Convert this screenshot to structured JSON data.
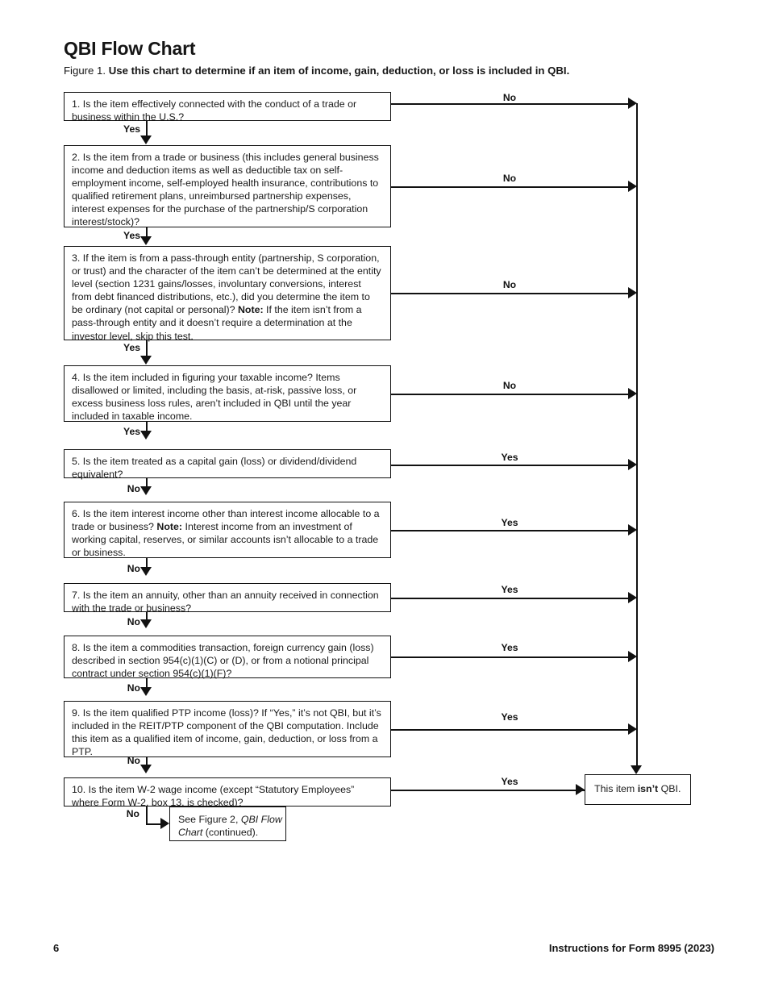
{
  "header": {
    "title": "QBI Flow Chart",
    "figure_label": "Figure 1.",
    "figure_caption": "Use this chart to determine if an item of income, gain, deduction, or loss is included in QBI."
  },
  "footer": {
    "page_number": "6",
    "form_title": "Instructions for Form 8995 (2023)"
  },
  "chart_data": {
    "type": "flowchart",
    "title": "QBI Flow Chart",
    "orientation": "vertical-with-right-exit-bus",
    "nodes": [
      {
        "id": "q1",
        "kind": "decision",
        "number": "1.",
        "text": "1. Is the item effectively connected with the conduct of a trade or business within the U.S.?",
        "down_branch": "Yes",
        "right_branch": "No"
      },
      {
        "id": "q2",
        "kind": "decision",
        "number": "2.",
        "text": "2. Is the item from a trade or business (this includes general business income and deduction items as well as deductible tax on self-employment income, self-employed health insurance, contributions to qualified retirement plans, unreimbursed partnership expenses, interest expenses for the purchase of the partnership/S corporation interest/stock)?",
        "down_branch": "Yes",
        "right_branch": "No"
      },
      {
        "id": "q3",
        "kind": "decision",
        "number": "3.",
        "text": "3. If the item is from a pass-through entity (partnership, S corporation, or trust) and the character of the item can’t be determined at the entity level (section 1231 gains/losses, involuntary conversions, interest from debt financed distributions, etc.), did you determine the item to be ordinary (not capital or personal)? Note: If the item isn’t from a pass-through entity and it doesn’t require a determination at the investor level, skip this test.",
        "down_branch": "Yes",
        "right_branch": "No"
      },
      {
        "id": "q4",
        "kind": "decision",
        "number": "4.",
        "text": "4. Is the item included in figuring your taxable income? Items disallowed or limited, including the basis, at-risk, passive loss, or excess business loss rules, aren’t included in QBI until the year included in taxable income.",
        "down_branch": "Yes",
        "right_branch": "No"
      },
      {
        "id": "q5",
        "kind": "decision",
        "number": "5.",
        "text": "5. Is the item treated as a capital gain (loss) or dividend/dividend equivalent?",
        "down_branch": "No",
        "right_branch": "Yes"
      },
      {
        "id": "q6",
        "kind": "decision",
        "number": "6.",
        "text": "6. Is the item interest income other than interest income allocable to a trade or business? Note: Interest income from an investment of working capital, reserves, or similar accounts isn’t allocable to a trade or business.",
        "down_branch": "No",
        "right_branch": "Yes"
      },
      {
        "id": "q7",
        "kind": "decision",
        "number": "7.",
        "text": "7. Is the item an annuity, other than an annuity received in connection with the trade or business?",
        "down_branch": "No",
        "right_branch": "Yes"
      },
      {
        "id": "q8",
        "kind": "decision",
        "number": "8.",
        "text": "8. Is the item a commodities transaction, foreign currency gain (loss) described in section 954(c)(1)(C) or (D), or from a notional principal contract under section 954(c)(1)(F)?",
        "down_branch": "No",
        "right_branch": "Yes"
      },
      {
        "id": "q9",
        "kind": "decision",
        "number": "9.",
        "text": "9. Is the item qualified PTP income (loss)? If “Yes,” it’s not QBI, but it’s included in the REIT/PTP component of the QBI computation. Include this item as a qualified item of income, gain, deduction, or loss from a PTP.",
        "down_branch": "No",
        "right_branch": "Yes"
      },
      {
        "id": "q10",
        "kind": "decision",
        "number": "10.",
        "text": "10. Is the item W-2 wage income (except “Statutory Employees” where Form W-2, box 13, is checked)?",
        "down_branch": "No",
        "right_branch": "Yes"
      },
      {
        "id": "t-not-qbi",
        "kind": "terminal",
        "text": "This item isn’t QBI."
      },
      {
        "id": "t-see-figure2",
        "kind": "terminal",
        "text": "See Figure 2, QBI Flow Chart (continued)."
      }
    ],
    "edges": [
      {
        "from": "q1",
        "to": "q2",
        "label": "Yes",
        "direction": "down"
      },
      {
        "from": "q2",
        "to": "q3",
        "label": "Yes",
        "direction": "down"
      },
      {
        "from": "q3",
        "to": "q4",
        "label": "Yes",
        "direction": "down"
      },
      {
        "from": "q4",
        "to": "q5",
        "label": "Yes",
        "direction": "down"
      },
      {
        "from": "q5",
        "to": "q6",
        "label": "No",
        "direction": "down"
      },
      {
        "from": "q6",
        "to": "q7",
        "label": "No",
        "direction": "down"
      },
      {
        "from": "q7",
        "to": "q8",
        "label": "No",
        "direction": "down"
      },
      {
        "from": "q8",
        "to": "q9",
        "label": "No",
        "direction": "down"
      },
      {
        "from": "q9",
        "to": "q10",
        "label": "No",
        "direction": "down"
      },
      {
        "from": "q10",
        "to": "t-see-figure2",
        "label": "No",
        "direction": "down-right"
      },
      {
        "from": "q1",
        "to": "t-not-qbi",
        "label": "No",
        "direction": "right"
      },
      {
        "from": "q2",
        "to": "t-not-qbi",
        "label": "No",
        "direction": "right"
      },
      {
        "from": "q3",
        "to": "t-not-qbi",
        "label": "No",
        "direction": "right"
      },
      {
        "from": "q4",
        "to": "t-not-qbi",
        "label": "No",
        "direction": "right"
      },
      {
        "from": "q5",
        "to": "t-not-qbi",
        "label": "Yes",
        "direction": "right"
      },
      {
        "from": "q6",
        "to": "t-not-qbi",
        "label": "Yes",
        "direction": "right"
      },
      {
        "from": "q7",
        "to": "t-not-qbi",
        "label": "Yes",
        "direction": "right"
      },
      {
        "from": "q8",
        "to": "t-not-qbi",
        "label": "Yes",
        "direction": "right"
      },
      {
        "from": "q9",
        "to": "t-not-qbi",
        "label": "Yes",
        "direction": "right"
      },
      {
        "from": "q10",
        "to": "t-not-qbi",
        "label": "Yes",
        "direction": "right"
      }
    ],
    "colors": {
      "line": "#111111",
      "box_border": "#111111",
      "text": "#1a1a1a",
      "background": "#ffffff"
    }
  },
  "boxes": {
    "q1": {
      "pre": "1. Is the item effectively connected with the conduct of a trade or business within the U.S.?"
    },
    "q2": {
      "pre": "2. Is the item from a trade or business (this includes general business income and deduction items as well as deductible tax on self-employment income, self-employed health insurance, contributions to qualified retirement plans, unreimbursed partnership expenses, interest expenses for the purchase of the partnership/S corporation interest/stock)?"
    },
    "q3": {
      "pre": "3. If the item is from a pass-through entity (partnership, S corporation, or trust) and the character of the item can’t be determined at the entity level (section 1231 gains/losses, involuntary conversions, interest from debt financed distributions, etc.), did you determine the item to be ordinary (not capital or personal)? ",
      "note_label": "Note:",
      "post": " If the item isn’t from a pass-through entity and it doesn’t require a determination at the investor level, skip this test."
    },
    "q4": {
      "pre": "4. Is the item included in figuring your taxable income? Items disallowed or limited, including the basis, at-risk, passive loss, or excess business loss rules, aren’t included in QBI until the year included in taxable income."
    },
    "q5": {
      "pre": "5. Is the item treated as a capital gain (loss) or dividend/dividend equivalent?"
    },
    "q6": {
      "pre": "6. Is the item interest income other than interest income allocable to a trade or business? ",
      "note_label": "Note:",
      "post": " Interest income from an investment of working capital, reserves, or similar accounts isn’t allocable to a trade or business."
    },
    "q7": {
      "pre": "7. Is the item an annuity, other than an annuity received in connection with the trade or business?"
    },
    "q8": {
      "pre": "8. Is the item a commodities transaction, foreign currency gain (loss) described in section 954(c)(1)(C) or (D), or from a notional principal contract under section 954(c)(1)(F)?"
    },
    "q9": {
      "pre": "9. Is the item qualified PTP income (loss)? If “Yes,” it’s not QBI, but it’s included in the REIT/PTP component of the QBI computation. Include this item as a qualified item of income, gain, deduction, or loss from a PTP."
    },
    "q10": {
      "pre": "10. Is the item W-2 wage income (except “Statutory Employees” where Form W-2, box 13, is checked)?"
    },
    "terminal_not_qbi": {
      "pre": "This item ",
      "emphasis": "isn’t",
      "post": " QBI."
    },
    "terminal_see_figure2": {
      "pre": "See Figure 2, ",
      "italic": "QBI Flow Chart",
      "post": " (continued)."
    }
  },
  "branch_labels": {
    "down": [
      "Yes",
      "Yes",
      "Yes",
      "Yes",
      "No",
      "No",
      "No",
      "No",
      "No",
      "No"
    ],
    "right": [
      "No",
      "No",
      "No",
      "No",
      "Yes",
      "Yes",
      "Yes",
      "Yes",
      "Yes",
      "Yes"
    ]
  }
}
